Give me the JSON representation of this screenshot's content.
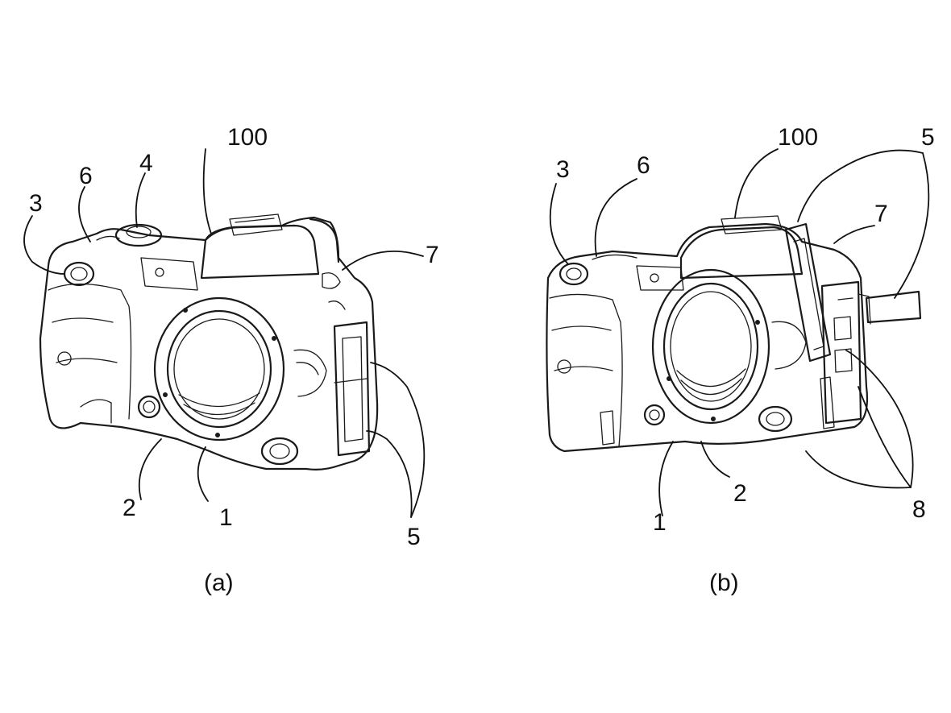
{
  "figure_a": {
    "caption": "(a)",
    "labels": {
      "body": "100",
      "mount": "1",
      "contacts": "2",
      "shutter": "3",
      "dial": "4",
      "port_cover": "5",
      "mode": "6",
      "strap": "7"
    }
  },
  "figure_b": {
    "caption": "(b)",
    "labels": {
      "body": "100",
      "mount": "1",
      "contacts": "2",
      "shutter": "3",
      "port_cover": "5",
      "mode": "6",
      "strap": "7",
      "ports": "8"
    }
  },
  "colors": {
    "line": "#1a1a1a",
    "background": "#ffffff"
  }
}
